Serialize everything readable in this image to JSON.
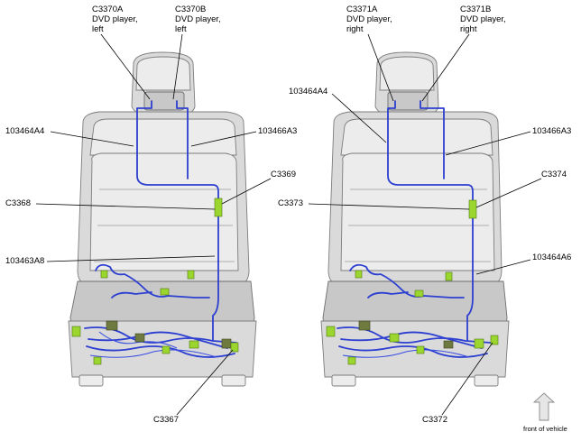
{
  "left_seat": {
    "labels": {
      "c3370a": [
        "C3370A",
        "DVD player,",
        "left"
      ],
      "c3370b": [
        "C3370B",
        "DVD player,",
        "left"
      ],
      "wire_a4": "103464A4",
      "wire_a3": "103466A3",
      "c3369": "C3369",
      "c3368": "C3368",
      "wire_a8": "103463A8",
      "c3367": "C3367"
    }
  },
  "right_seat": {
    "labels": {
      "c3371a": [
        "C3371A",
        "DVD player,",
        "right"
      ],
      "c3371b": [
        "C3371B",
        "DVD player,",
        "right"
      ],
      "wire_a4": "103464A4",
      "wire_a3": "103466A3",
      "c3374": "C3374",
      "c3373": "C3373",
      "wire_a6": "103464A6",
      "c3372": "C3372"
    }
  },
  "orientation": {
    "label": "front of vehicle",
    "arrow_icon": "up-arrow-icon"
  },
  "colors": {
    "wire": "#2d3fd1",
    "connector": "#9bd62e",
    "seat": "#dadada"
  }
}
